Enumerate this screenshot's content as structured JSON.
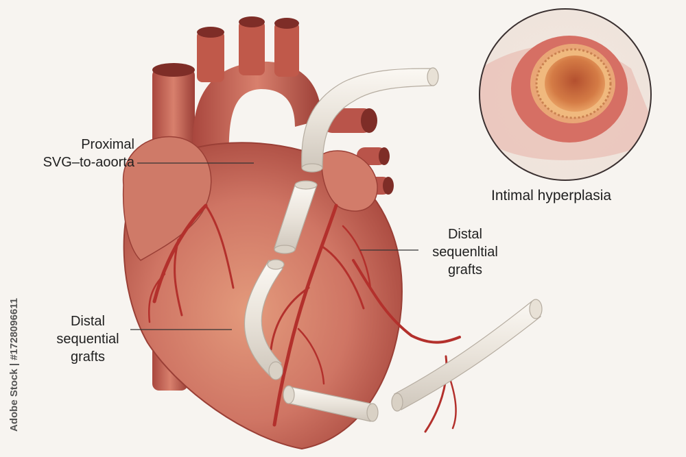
{
  "labels": {
    "proximal": [
      "Proximal",
      "SVG–to-aoorta"
    ],
    "distal_right": [
      "Distal",
      "sequenltial",
      "grafts"
    ],
    "distal_left": [
      "Distal",
      "sequential",
      "grafts"
    ],
    "inset": "Intimal hyperplasia"
  },
  "stock_id": "Adobe Stock | #1728096611",
  "colors": {
    "background": "#f7f4f0",
    "heart": "#c8695a",
    "graft": "#ece7df",
    "artery": "#b8322e",
    "inset_ring": "#3a3030"
  }
}
